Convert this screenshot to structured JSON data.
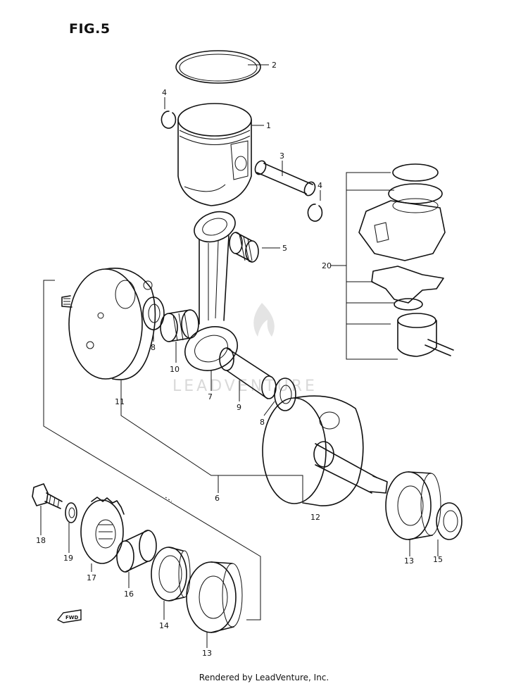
{
  "figure": {
    "title": "FIG.5"
  },
  "footer": {
    "text": "Rendered by LeadVenture, Inc."
  },
  "watermark": {
    "text": "LEADVENTURE",
    "color": "#d9d9d9"
  },
  "fwd_badge": {
    "text": "FWD"
  },
  "callouts": {
    "c1": "1",
    "c2": "2",
    "c3": "3",
    "c4a": "4",
    "c4b": "4",
    "c5": "5",
    "c6": "6",
    "c7": "7",
    "c8a": "8",
    "c8b": "8",
    "c9": "9",
    "c10": "10",
    "c11": "11",
    "c12": "12",
    "c13a": "13",
    "c13b": "13",
    "c14": "14",
    "c15": "15",
    "c16": "16",
    "c17": "17",
    "c18": "18",
    "c19": "19",
    "c20": "20"
  }
}
